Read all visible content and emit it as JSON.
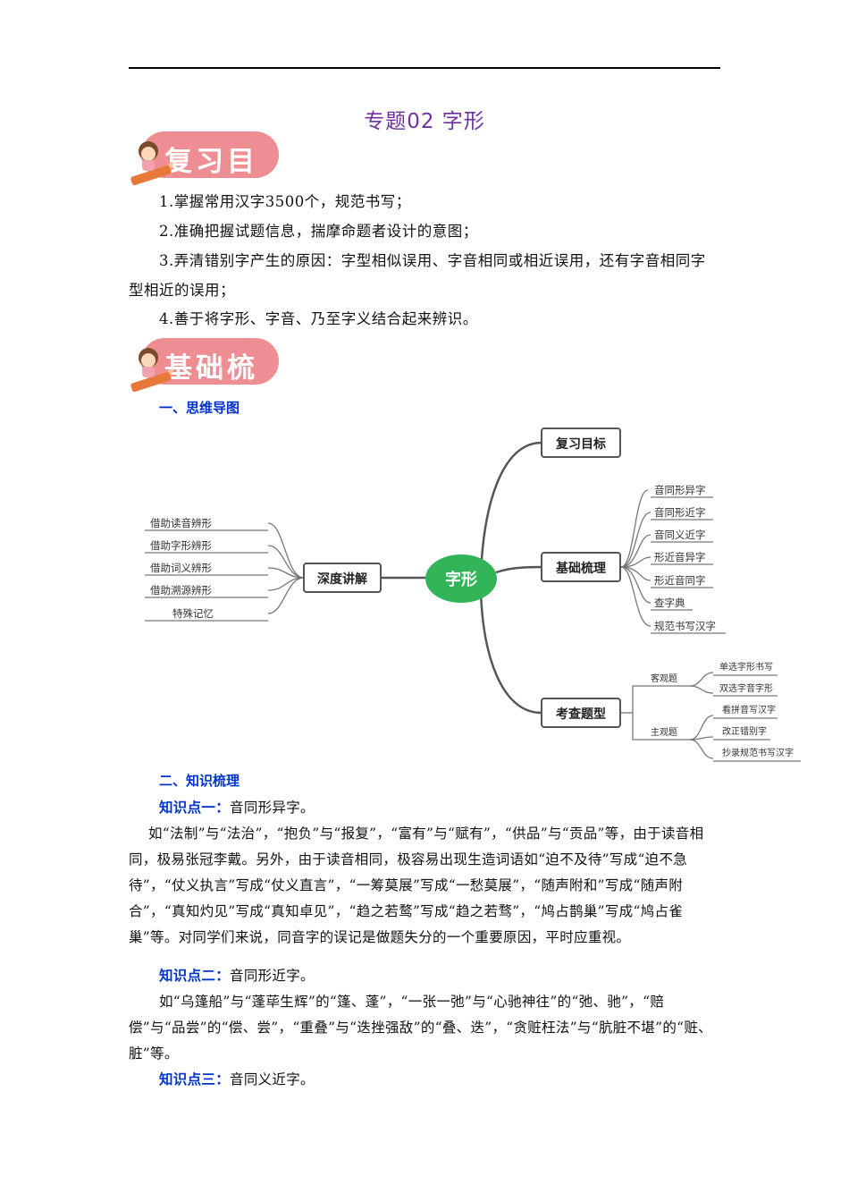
{
  "page_title": "专题02  字形",
  "banner1": "复习目标",
  "banner2": "基础梳理",
  "goals": [
    "1.掌握常用汉字3500个，规范书写；",
    "2.准确把握试题信息，揣摩命题者设计的意图；",
    "3.弄清错别字产生的原因：字型相似误用、字音相同或相近误用，还有字音相同字型相近的误用；",
    "4.善于将字形、字音、乃至字义结合起来辨识。"
  ],
  "section1": "一、思维导图",
  "mindmap": {
    "center": "字形",
    "fuxi": "复习目标",
    "jichu": "基础梳理",
    "jichu_items": [
      "音同形异字",
      "音同形近字",
      "音同义近字",
      "形近音异字",
      "形近音同字",
      "查字典",
      "规范书写汉字"
    ],
    "shendu": "深度讲解",
    "shendu_items": [
      "借助读音辨形",
      "借助字形辨形",
      "借助词义辨形",
      "借助溯源辨形",
      "特殊记忆"
    ],
    "kaocha": "考查题型",
    "keguan": "客观题",
    "keguan_items": [
      "单选字形书写",
      "双选字音字形"
    ],
    "zhuguan": "主观题",
    "zhuguan_items": [
      "看拼音写汉字",
      "改正错别字",
      "抄录规范书写汉字"
    ]
  },
  "section2": "二、知识梳理",
  "kp1_label": "知识点一：",
  "kp1_title": "音同形异字。",
  "kp1_body": "如“法制”与“法治”，“抱负”与“报复”，“富有”与“赋有”，“供品”与“贡品”等，由于读音相同，极易张冠李戴。另外，由于读音相同，极容易出现生造词语如“迫不及待”写成“迫不急待”，“仗义执言”写成“仗义直言”，“一筹莫展”写成“一愁莫展”，“随声附和”写成“随声附合”，“真知灼见”写成“真知卓见”，“趋之若鹜”写成“趋之若骛”，“鸠占鹊巢”写成“鸠占雀巢”等。对同学们来说，同音字的误记是做题失分的一个重要原因，平时应重视。",
  "kp2_label": "知识点二：",
  "kp2_title": "音同形近字。",
  "kp2_body": "如“乌篷船”与“蓬荜生辉”的“篷、蓬”，“一张一弛”与“心驰神往”的“弛、驰”，“赔偿”与“品尝”的“偿、尝”，“重叠”与“迭挫强敌”的“叠、迭”，“贪赃枉法”与“肮脏不堪”的“赃、脏”等。",
  "kp3_label": "知识点三：",
  "kp3_title": "音同义近字。"
}
